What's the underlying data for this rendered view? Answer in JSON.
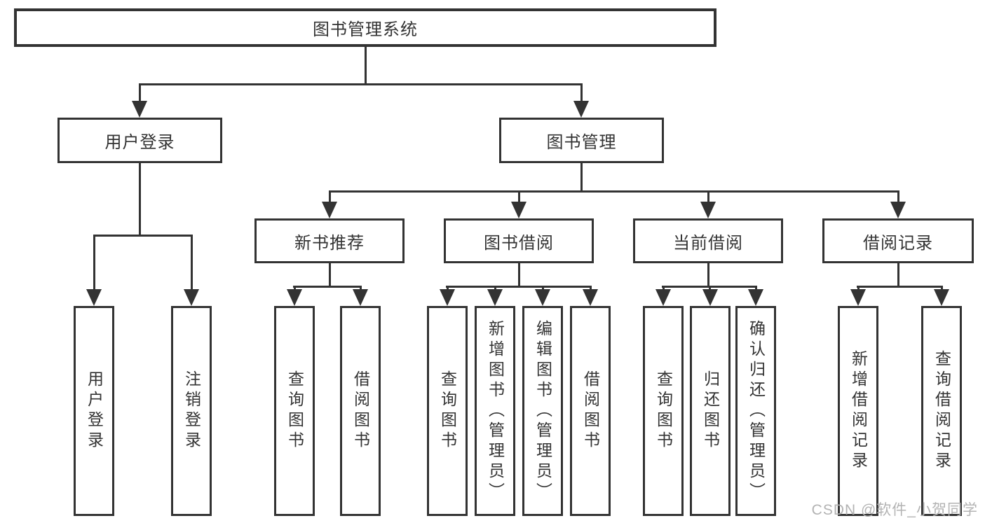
{
  "diagram": {
    "title": "图书管理系统",
    "root": {
      "label": "图书管理系统"
    },
    "user_login_branch": {
      "label": "用户登录",
      "children": [
        "用户登录",
        "注销登录"
      ]
    },
    "book_mgmt_branch": {
      "label": "图书管理"
    },
    "new_books": {
      "label": "新书推荐",
      "children": [
        "查询图书",
        "借阅图书"
      ]
    },
    "book_borrow": {
      "label": "图书借阅",
      "children": [
        "查询图书",
        "新增图书（管理员）",
        "编辑图书（管理员）",
        "借阅图书"
      ]
    },
    "current_borrow": {
      "label": "当前借阅",
      "children": [
        "查询图书",
        "归还图书",
        "确认归还（管理员）"
      ]
    },
    "borrow_records": {
      "label": "借阅记录",
      "children": [
        "新增借阅记录",
        "查询借阅记录"
      ]
    }
  },
  "watermark": "CSDN @软件_小贺同学",
  "colors": {
    "line": "#333333",
    "box_border": "#333333",
    "text": "#333333",
    "watermark": "#b3b3b3",
    "background": "#ffffff"
  }
}
